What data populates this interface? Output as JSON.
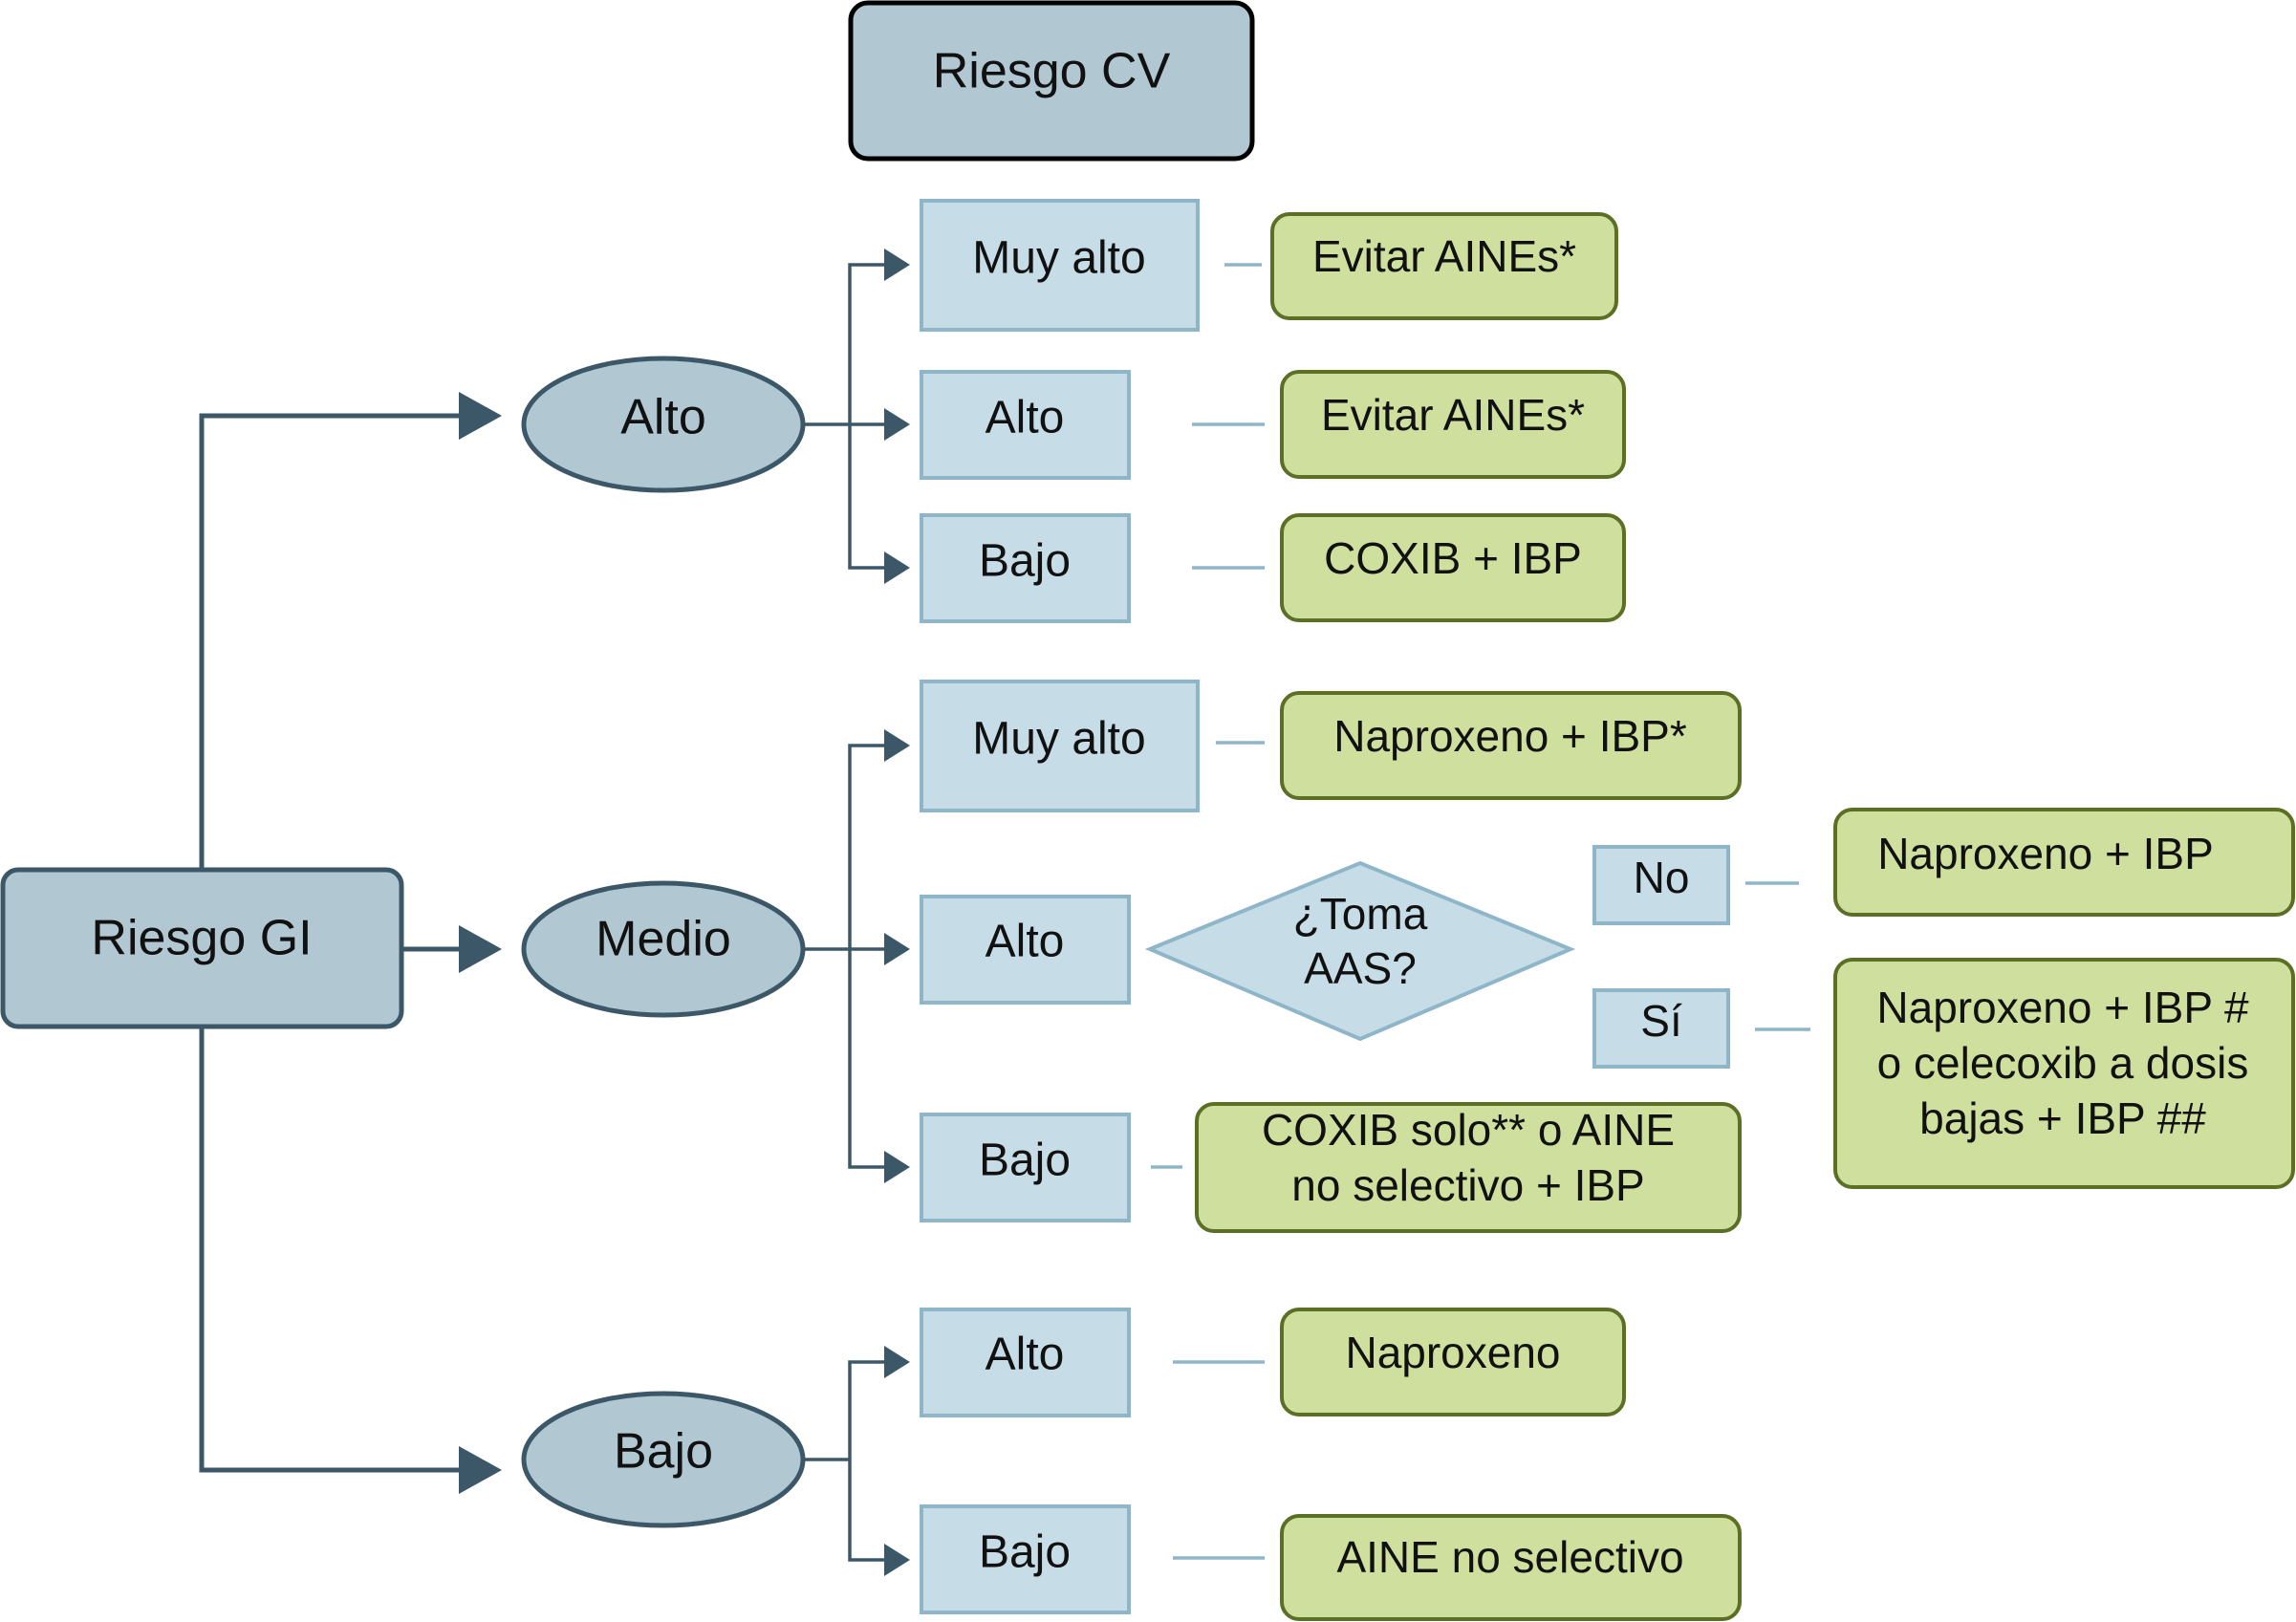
{
  "colors": {
    "header_fill": "#b1c8d3",
    "header_stroke": "#000000",
    "gi_fill": "#b1c8d3",
    "gi_stroke": "#3c5868",
    "ellipse_fill": "#b1c8d3",
    "ellipse_stroke": "#3c5868",
    "cv_box_fill": "#c6dce6",
    "cv_box_stroke": "#8fb6c8",
    "treatment_fill": "#cfdf9e",
    "treatment_stroke": "#5b6f25",
    "arrow": "#3c5868",
    "connector": "#8fb6c8"
  },
  "header": {
    "label": "Riesgo CV"
  },
  "root": {
    "label": "Riesgo GI"
  },
  "gi_levels": [
    {
      "label": "Alto"
    },
    {
      "label": "Medio"
    },
    {
      "label": "Bajo"
    }
  ],
  "cv_levels": {
    "alto_muy_alto": "Muy alto",
    "alto_alto": "Alto",
    "alto_bajo": "Bajo",
    "medio_muy_alto": "Muy alto",
    "medio_alto": "Alto",
    "medio_bajo": "Bajo",
    "bajo_alto": "Alto",
    "bajo_bajo": "Bajo"
  },
  "decision": {
    "line1": "¿Toma",
    "line2": "AAS?",
    "no": "No",
    "si": "Sí"
  },
  "treatments": {
    "alto_muy_alto": [
      "Evitar AINEs*"
    ],
    "alto_alto": [
      "Evitar AINEs*"
    ],
    "alto_bajo": [
      "COXIB + IBP"
    ],
    "medio_muy_alto": [
      "Naproxeno + IBP*"
    ],
    "medio_alto_no": [
      "Naproxeno + IBP"
    ],
    "medio_alto_si": [
      "Naproxeno + IBP #",
      "o celecoxib a dosis",
      "bajas + IBP ##"
    ],
    "medio_bajo": [
      "COXIB solo** o AINE",
      "no selectivo + IBP"
    ],
    "bajo_alto": [
      "Naproxeno"
    ],
    "bajo_bajo": [
      "AINE no selectivo"
    ]
  }
}
